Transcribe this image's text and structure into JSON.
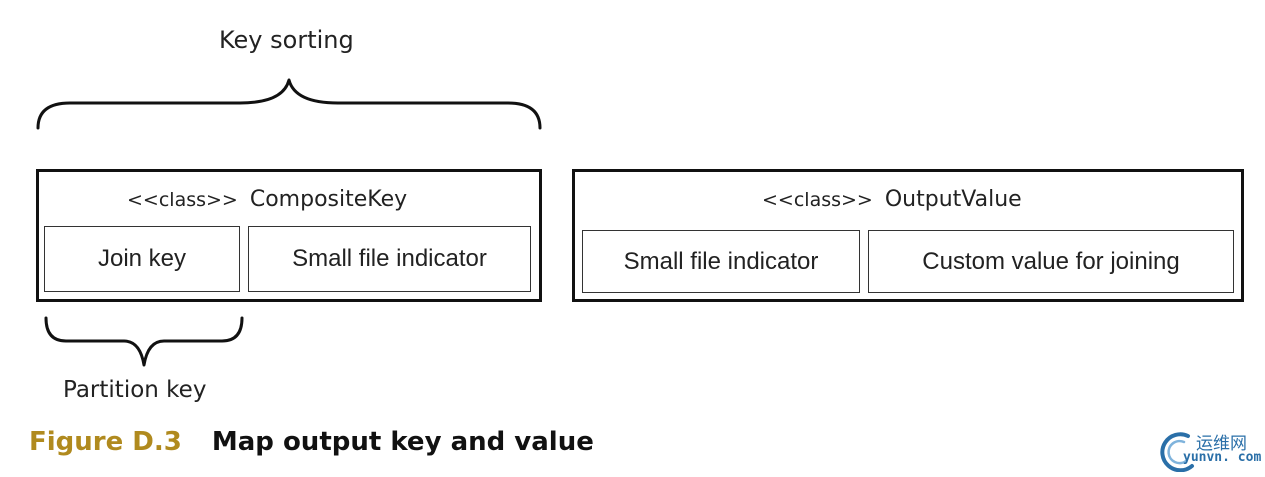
{
  "labels": {
    "top_brace": "Key sorting",
    "bottom_brace": "Partition key"
  },
  "composite_key": {
    "stereotype": "<<class>>",
    "name": "CompositeKey",
    "fields": [
      "Join key",
      "Small file indicator"
    ]
  },
  "output_value": {
    "stereotype": "<<class>>",
    "name": "OutputValue",
    "fields": [
      "Small file indicator",
      "Custom value for joining"
    ]
  },
  "caption": {
    "number": "Figure D.3",
    "title": "Map output key and value"
  },
  "watermark": {
    "chinese": "运维网",
    "url": "yunvn. com"
  },
  "colors": {
    "caption_number": "#b08a1e",
    "watermark": "#2a6fa8",
    "lines": "#111111"
  }
}
